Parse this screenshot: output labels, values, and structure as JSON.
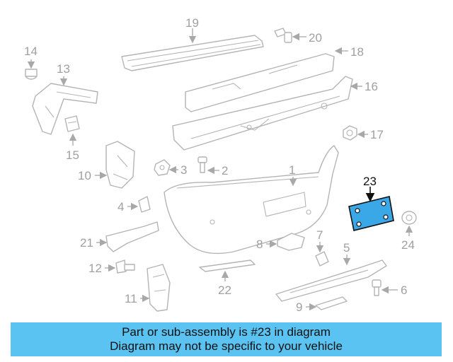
{
  "diagram": {
    "highlighted_part": "23",
    "callouts": [
      "1",
      "2",
      "3",
      "4",
      "5",
      "6",
      "7",
      "8",
      "9",
      "10",
      "11",
      "12",
      "13",
      "14",
      "15",
      "16",
      "17",
      "18",
      "19",
      "20",
      "21",
      "22",
      "23",
      "24"
    ]
  },
  "banner": {
    "line1": "Part or sub-assembly is #23 in diagram",
    "line2": "Diagram may not be specific to your vehicle"
  },
  "colors": {
    "highlight_fill": "#3aa8e6",
    "banner_bg": "#5bc3f1",
    "line_art": "#b4b4b4"
  }
}
